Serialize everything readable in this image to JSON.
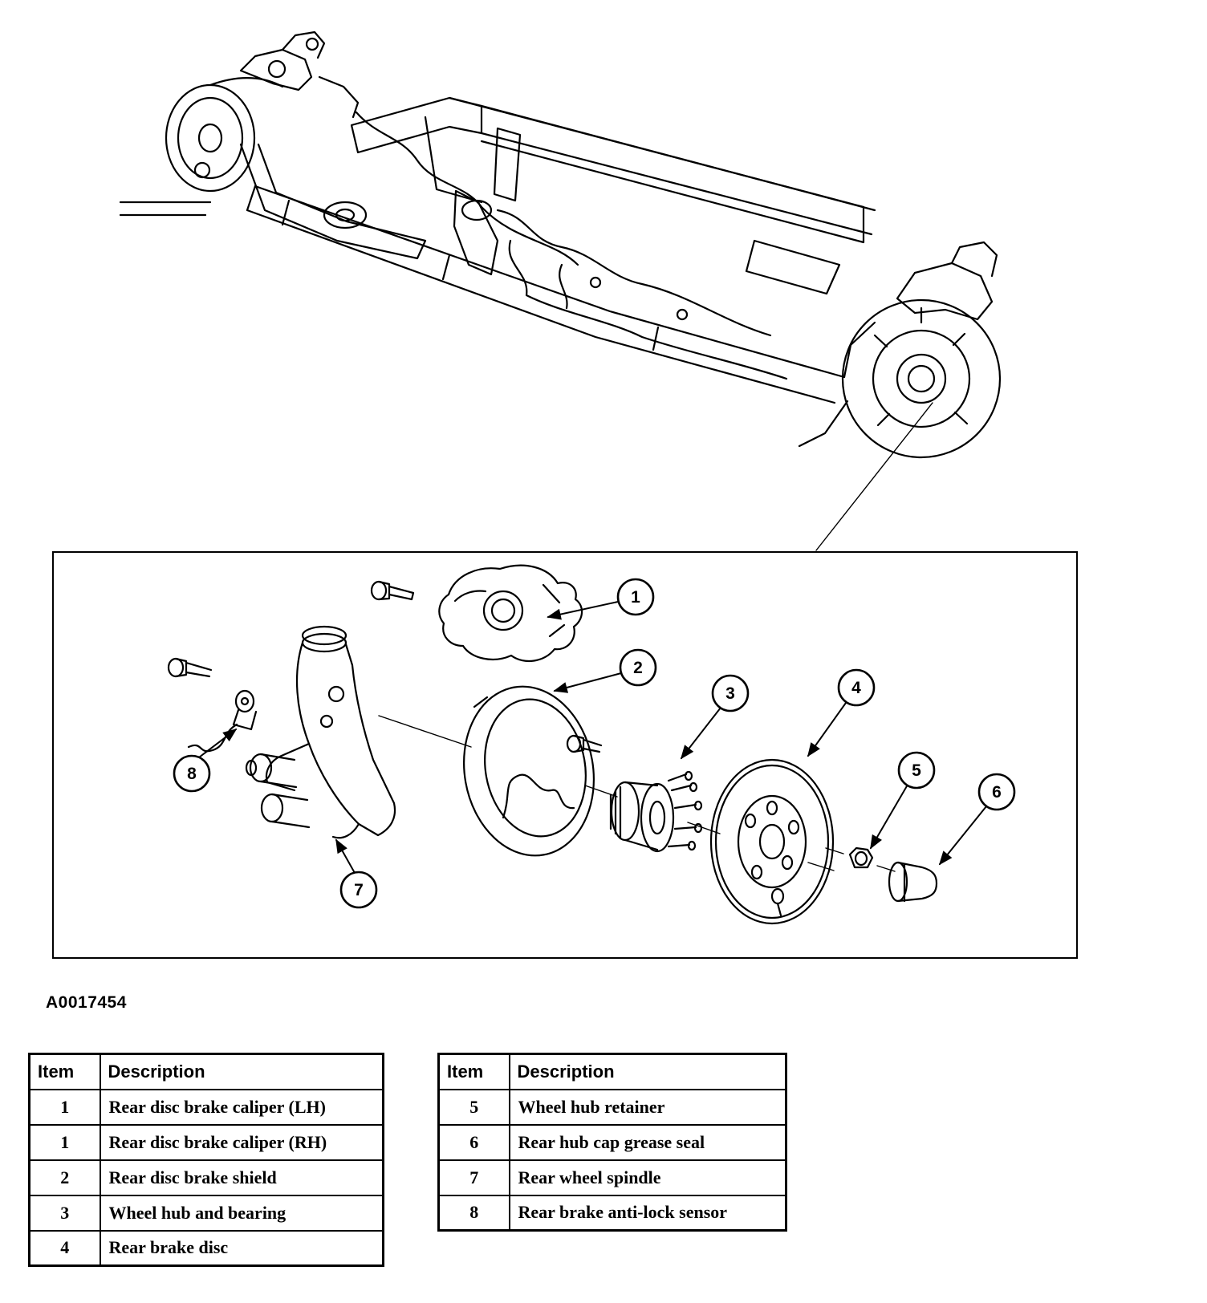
{
  "figure": {
    "id_label": "A0017454",
    "callouts": [
      "1",
      "2",
      "3",
      "4",
      "5",
      "6",
      "7",
      "8"
    ]
  },
  "tables": {
    "left": {
      "headers": [
        "Item",
        "Description"
      ],
      "rows": [
        {
          "item": "1",
          "description": "Rear disc brake caliper (LH)"
        },
        {
          "item": "1",
          "description": "Rear disc brake caliper (RH)"
        },
        {
          "item": "2",
          "description": "Rear disc brake shield"
        },
        {
          "item": "3",
          "description": "Wheel hub and bearing"
        },
        {
          "item": "4",
          "description": "Rear brake disc"
        }
      ]
    },
    "right": {
      "headers": [
        "Item",
        "Description"
      ],
      "rows": [
        {
          "item": "5",
          "description": "Wheel hub retainer"
        },
        {
          "item": "6",
          "description": "Rear hub cap grease seal"
        },
        {
          "item": "7",
          "description": "Rear wheel spindle"
        },
        {
          "item": "8",
          "description": "Rear brake anti-lock sensor"
        }
      ]
    }
  }
}
